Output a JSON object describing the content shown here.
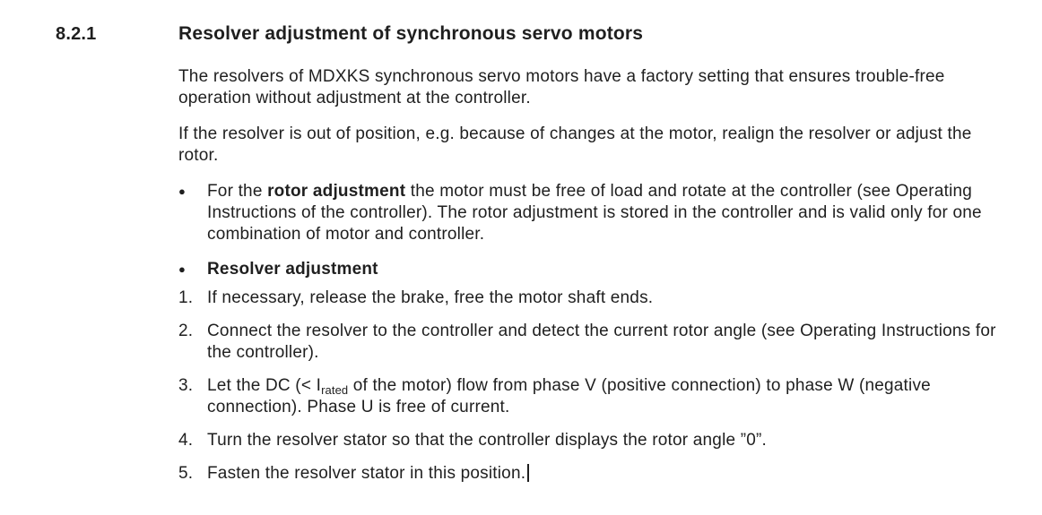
{
  "doc": {
    "section_number": "8.2.1",
    "heading": "Resolver adjustment of synchronous servo motors",
    "bullet_char": "●",
    "paragraphs": [
      "The resolvers of MDXKS synchronous servo motors have a factory setting that ensures trouble-free operation without adjustment at the controller.",
      "If the resolver is out of position, e.g. because of changes at the motor, realign the resolver or adjust the rotor."
    ],
    "bullets": [
      {
        "text_before_bold": "For the ",
        "bold_text": "rotor adjustment",
        "text_after_bold": " the motor must be free of load and rotate at the controller (see Operating Instructions of the controller). The rotor adjustment is stored in the controller and is valid only for one combination of motor and controller."
      },
      {
        "bold_text": "Resolver adjustment"
      }
    ],
    "steps": [
      {
        "number": "1.",
        "text": "If necessary, release the brake, free the motor shaft ends."
      },
      {
        "number": "2.",
        "text": "Connect the resolver to the controller and detect the current rotor angle (see Operating Instructions for the controller)."
      },
      {
        "number": "3.",
        "text_before_sub": "Let the DC (< I",
        "subscript": "rated",
        "text_after_sub": " of the motor) flow from phase V (positive connection) to phase W (negative connection). Phase U is free of current."
      },
      {
        "number": "4.",
        "text": "Turn the resolver stator so that the controller displays the rotor angle ”0”."
      },
      {
        "number": "5.",
        "text": "Fasten the resolver stator in this position."
      }
    ],
    "colors": {
      "text": "#1f1f1f",
      "background": "#ffffff"
    }
  }
}
